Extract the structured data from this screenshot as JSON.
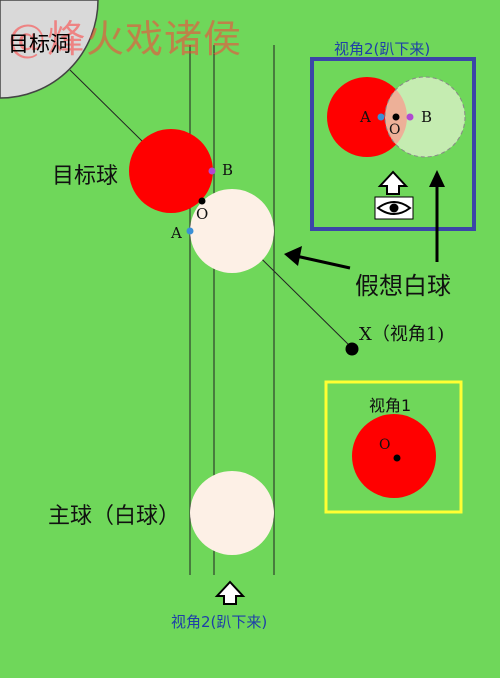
{
  "watermark": "@烽火戏诸侯",
  "labels": {
    "pocket": "目标洞",
    "target_ball": "目标球",
    "cue_ball": "主球（白球）",
    "ghost_ball": "假想白球",
    "view2_title": "视角2(趴下来)",
    "view1_title": "视角1",
    "view2_bottom": "视角2(趴下来)",
    "x_view1": "X（视角1)"
  },
  "points": {
    "A": "A",
    "B": "B",
    "O": "O"
  },
  "colors": {
    "table": "#6fd75a",
    "target_ball": "#ff0000",
    "cue_ball": "#fdf0e6",
    "ghost_ball_view2": "#d8ecc3",
    "view2_frame": "#3b45a8",
    "view1_frame": "#ffff33",
    "point_blue": "#3a8fd6",
    "point_purple": "#b04ad0"
  },
  "icons": [
    "eye-icon",
    "up-arrow-icon"
  ]
}
